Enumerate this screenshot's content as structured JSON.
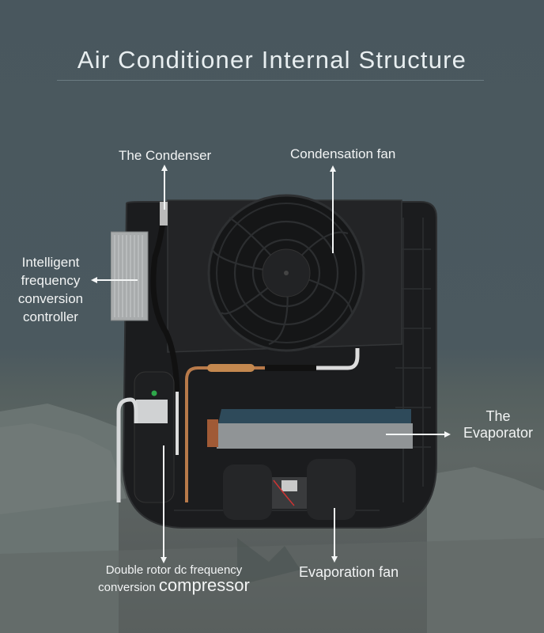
{
  "title": "Air Conditioner Internal Structure",
  "labels": {
    "condenser": "The Condenser",
    "condensation_fan": "Condensation fan",
    "controller": [
      "Intelligent",
      "frequency",
      "conversion",
      "controller"
    ],
    "evaporator": [
      "The",
      "Evaporator"
    ],
    "compressor": {
      "line1": "Double rotor dc frequency",
      "line2_small": "conversion ",
      "line2_big": "compressor"
    },
    "evaporation_fan": "Evaporation fan"
  },
  "colors": {
    "background": "#4a5960",
    "text": "#f2f4f4",
    "unit_body": "#1c1d1f",
    "copper_pipe": "#b87a4a"
  }
}
